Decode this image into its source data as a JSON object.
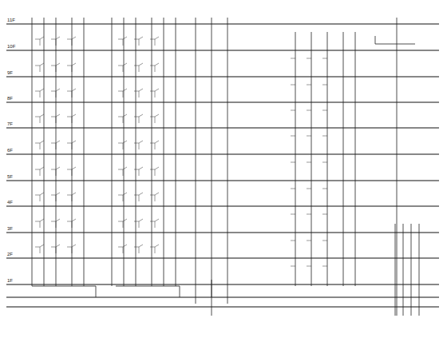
{
  "diagram": {
    "labels": [
      "11F",
      "10F",
      "9F",
      "8F",
      "7F",
      "6F",
      "5F",
      "4F",
      "3F",
      "2F",
      "1F"
    ]
  }
}
